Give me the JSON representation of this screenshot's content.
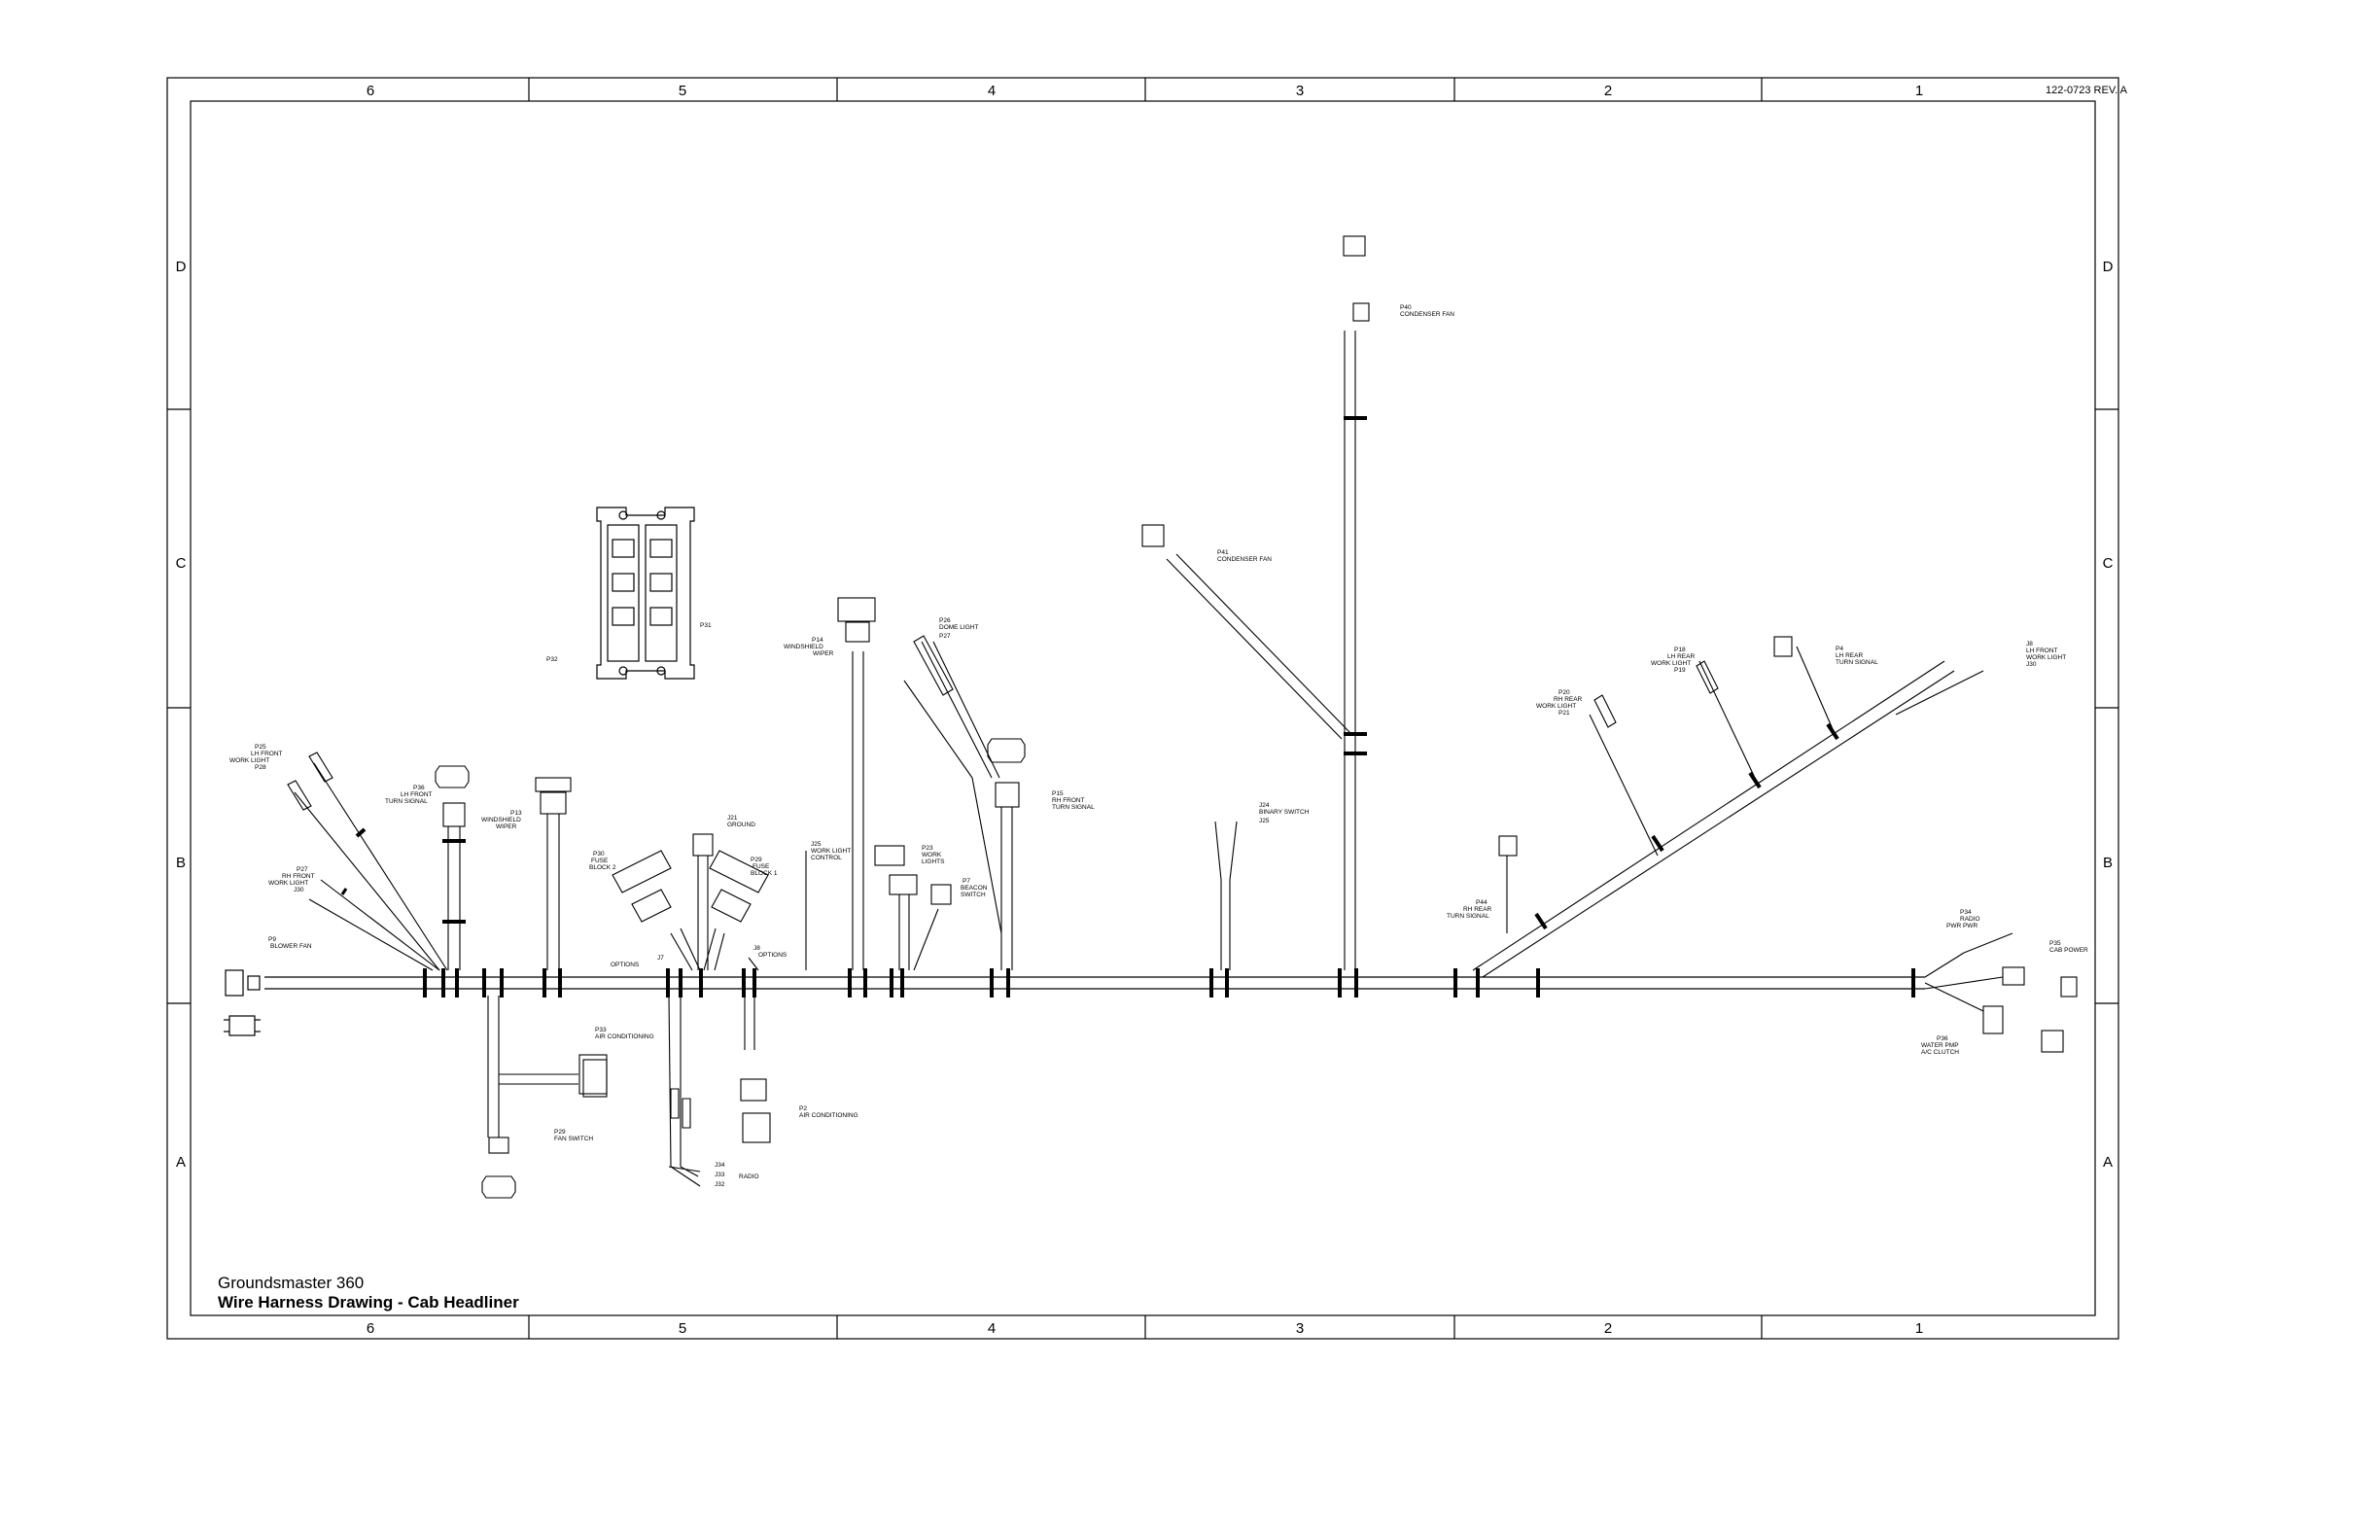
{
  "document": {
    "number": "122-0723 REV. A",
    "product": "Groundsmaster 360",
    "title": "Wire Harness Drawing -  Cab Headliner"
  },
  "frame": {
    "columns": [
      "6",
      "5",
      "4",
      "3",
      "2",
      "1"
    ],
    "rows": [
      "D",
      "C",
      "B",
      "A"
    ]
  },
  "connectors": {
    "lh_front_work_light": [
      "P25",
      "LH FRONT",
      "WORK LIGHT",
      "P28"
    ],
    "lh_front_turn": [
      "P36",
      "LH FRONT",
      "TURN SIGNAL"
    ],
    "windshield_wiper_1": [
      "P13",
      "WINDSHIELD",
      "WIPER"
    ],
    "rh_front_work_light": [
      "P27",
      "RH FRONT",
      "WORK LIGHT",
      "J30"
    ],
    "blower_fan": [
      "P9",
      "BLOWER FAN"
    ],
    "fuse_block_1": [
      "P31"
    ],
    "fuse_block_2": [
      "P32"
    ],
    "fuse_2": [
      "P30",
      "FUSE",
      "BLOCK 2"
    ],
    "fuse_1": [
      "P29",
      "FUSE",
      "BLOCK 1"
    ],
    "ground": [
      "J21",
      "GROUND"
    ],
    "options_1": [
      "J7",
      "OPTIONS"
    ],
    "options_2": [
      "J8",
      "OPTIONS"
    ],
    "work_light_control": [
      "J25",
      "WORK LIGHT",
      "CONTROL"
    ],
    "windshield_wiper_2": [
      "P14",
      "WINDSHIELD",
      "WIPER"
    ],
    "dome_light": [
      "P26",
      "DOME LIGHT",
      "P27"
    ],
    "work_lights": [
      "P23",
      "WORK",
      "LIGHTS"
    ],
    "beacon": [
      "P7",
      "BEACON",
      "SWITCH"
    ],
    "rh_front_turn": [
      "P15",
      "RH FRONT",
      "TURN SIGNAL"
    ],
    "condenser_fan_2": [
      "P41",
      "CONDENSER FAN"
    ],
    "binary_switch": [
      "J24",
      "BINARY SWITCH",
      "J25"
    ],
    "condenser_fan_1": [
      "P40",
      "CONDENSER FAN"
    ],
    "rh_rear_work_light": [
      "P20",
      "RH REAR",
      "WORK LIGHT",
      "P21"
    ],
    "lh_rear_work_light": [
      "P18",
      "LH REAR",
      "WORK LIGHT",
      "P19"
    ],
    "lh_rear_turn": [
      "P4",
      "LH REAR",
      "TURN SIGNAL"
    ],
    "lh_front_work_light_2": [
      "J8",
      "LH FRONT",
      "WORK LIGHT",
      "J30"
    ],
    "rh_rear_turn": [
      "P44",
      "RH REAR",
      "TURN SIGNAL"
    ],
    "radio_pwr": [
      "P34",
      "RADIO",
      "PWR PWR"
    ],
    "cab_power": [
      "P35",
      "CAB POWER"
    ],
    "water_pump": [
      "P36",
      "WATER PMP",
      "A/C CLUTCH"
    ],
    "air_conditioning_1": [
      "P33",
      "AIR CONDITIONING"
    ],
    "air_conditioning_2": [
      "P2",
      "AIR CONDITIONING"
    ],
    "fan_switch": [
      "P29",
      "FAN SWITCH"
    ],
    "radio": [
      "J34",
      "J33",
      "J32",
      "RADIO"
    ]
  }
}
